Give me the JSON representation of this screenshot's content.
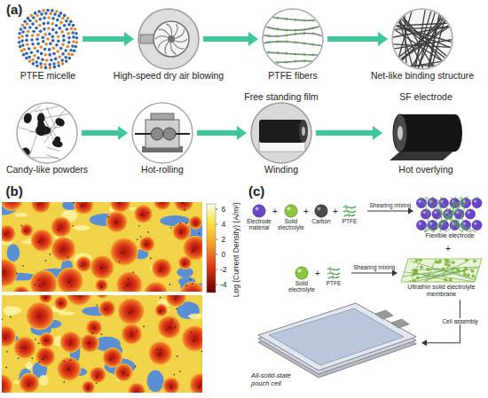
{
  "diagram": {
    "nodes": [
      {
        "text": [
          "PTFE micelle"
        ]
      },
      {
        "text": [
          "High-speed dry air blowing"
        ]
      },
      {
        "text": [
          "PTFE fibers"
        ]
      },
      {
        "text": [
          "Net-like binding structure"
        ]
      },
      {
        "text": [
          "Candy-like powders"
        ]
      },
      {
        "text": [
          "Hot-rolling"
        ]
      },
      {
        "text": [
          "Free standing film",
          "Winding"
        ]
      },
      {
        "text": [
          "SF electrode",
          "Hot overlying"
        ]
      },
      {
        "text": [
          "Electrode material"
        ]
      },
      {
        "text": [
          "Solid electrolyte"
        ]
      },
      {
        "text": [
          "Carbon"
        ]
      },
      {
        "text": [
          "PTFE"
        ]
      },
      {
        "text": [
          "Flexible electrode"
        ]
      },
      {
        "text": [
          "Solid electrolyte"
        ]
      },
      {
        "text": [
          "PTFE"
        ]
      },
      {
        "text": [
          "Ultrathin solid electrolyte membrane"
        ]
      },
      {
        "text": [
          "All-solid-state pouch cell"
        ]
      }
    ],
    "edges": [
      {
        "from": 0,
        "to": 1,
        "arrow": "to"
      },
      {
        "from": 1,
        "to": 2,
        "arrow": "to"
      },
      {
        "from": 2,
        "to": 3,
        "arrow": "to"
      },
      {
        "from": 4,
        "to": 5,
        "arrow": "to"
      },
      {
        "from": 5,
        "to": 6,
        "arrow": "to"
      },
      {
        "from": 6,
        "to": 7,
        "arrow": "to"
      },
      {
        "from": 11,
        "to": 12,
        "label": "Shearing mixing",
        "arrow": "to"
      },
      {
        "from": 14,
        "to": 15,
        "label": "Shearing mixing",
        "arrow": "to"
      },
      {
        "from": 15,
        "to": 16,
        "label": "Cell assembly",
        "arrow": "to"
      }
    ],
    "labels": [
      "(a)",
      "(b)",
      "(c)",
      "Log (Current Density) (A/m²)",
      "6",
      "4",
      "2",
      "0",
      "-2",
      "-4",
      "+",
      "+",
      "+",
      "+",
      "+"
    ]
  }
}
